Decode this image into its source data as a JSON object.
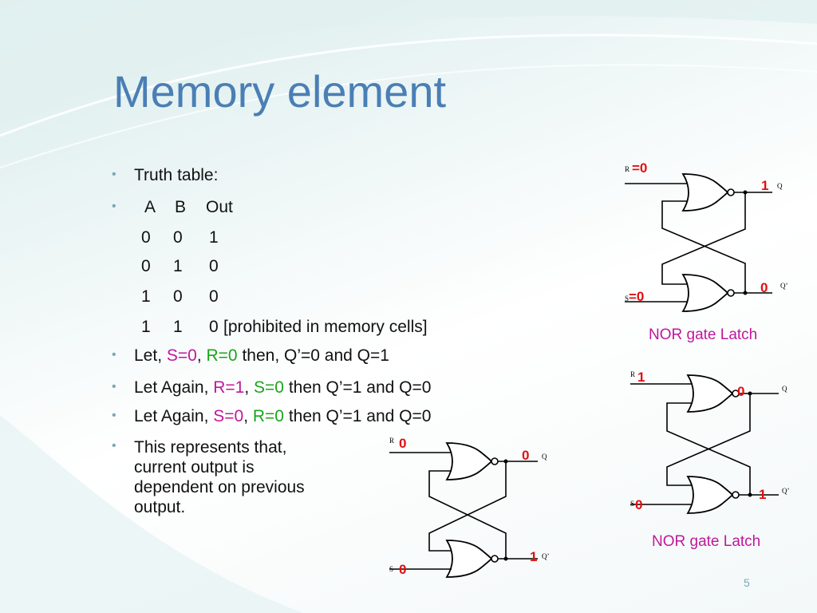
{
  "slide": {
    "title": "Memory element",
    "page_number": "5"
  },
  "bullets": {
    "truth_table_label": "Truth table:",
    "header": {
      "a": "A",
      "b": "B",
      "out": "Out"
    },
    "rows": [
      {
        "a": "0",
        "b": "0",
        "out": "1",
        "note": ""
      },
      {
        "a": "0",
        "b": "1",
        "out": "0",
        "note": ""
      },
      {
        "a": "1",
        "b": "0",
        "out": "0",
        "note": ""
      },
      {
        "a": "1",
        "b": "1",
        "out": "0",
        "note": "[prohibited in memory cells]"
      }
    ],
    "let1": {
      "prefix": "Let, ",
      "s": "S=0",
      "sep": ", ",
      "r": "R=0",
      "rest": " then, Q’=0 and Q=1"
    },
    "let2": {
      "prefix": "Let Again, ",
      "r": "R=1",
      "sep": ", ",
      "s": "S=0",
      "rest": " then Q’=1 and Q=0"
    },
    "let3": {
      "prefix": "Let Again, ",
      "s": "S=0",
      "sep": ", ",
      "r": "R=0",
      "rest": " then Q’=1 and Q=0"
    },
    "represents": [
      "This represents that,",
      "current output is",
      "dependent on previous",
      "output."
    ]
  },
  "latches": {
    "latch1": {
      "r_label": "R",
      "r_value": "=0",
      "s_label": "S",
      "s_value": "=0",
      "q_value": "1",
      "q_label": "Q",
      "qbar_value": "0",
      "qbar_label": "Q’",
      "caption": "NOR gate Latch"
    },
    "latch2": {
      "r_label": "R",
      "r_value": "1",
      "s_label": "S",
      "s_value": "0",
      "q_value": "0",
      "q_label": "Q",
      "qbar_value": "1",
      "qbar_label": "Q’",
      "caption": "NOR gate Latch"
    },
    "latch3": {
      "r_label": "R",
      "r_value": "0",
      "s_label": "S",
      "s_value": "0",
      "q_value": "0",
      "q_label": "Q",
      "qbar_value": "1",
      "qbar_label": "Q’"
    }
  },
  "colors": {
    "title": "#4a7fb5",
    "value_red": "#e01010",
    "caption_pink": "#c0189b",
    "green": "#19a519"
  }
}
